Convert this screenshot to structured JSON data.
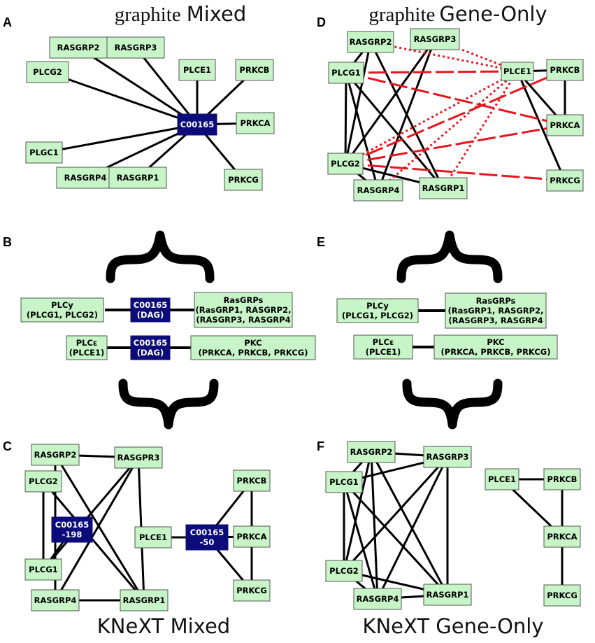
{
  "panels": {
    "A": {
      "letter": "A",
      "title_serif": "graphite",
      "title_rest": "Mixed"
    },
    "B": {
      "letter": "B"
    },
    "C": {
      "letter": "C",
      "title": "KNeXT Mixed"
    },
    "D": {
      "letter": "D",
      "title_serif": "graphite",
      "title_rest": "Gene-Only"
    },
    "E": {
      "letter": "E"
    },
    "F": {
      "letter": "F",
      "title": "KNeXT Gene-Only"
    }
  },
  "labels": {
    "RASGRP1": "RASGRP1",
    "RASGRP2": "RASGRP2",
    "RASGRP3": "RASGRP3",
    "RASGRP4": "RASGRP4",
    "RASGPR3": "RASGPR3",
    "PLCG1": "PLCG1",
    "PLCG2": "PLCG2",
    "PLGC1": "PLGC1",
    "PLCE1": "PLCE1",
    "PRKCA": "PRKCA",
    "PRKCB": "PRKCB",
    "PRKCG": "PRKCG",
    "C00165": "C00165",
    "C00165_198_a": "C00165",
    "C00165_198_b": "-198",
    "C00165_50_a": "C00165",
    "C00165_50_b": "-50",
    "DAG_a": "C00165",
    "DAG_b": "(DAG)",
    "PLCy_a": "PLCy",
    "PLCy_b": "(PLCG1, PLCG2)",
    "PLCe_a": "PLCε",
    "PLCe_b": "(PLCE1)",
    "RasGRPs_a": "RasGRPs",
    "RasGRPs_b": "(RasGRP1, RASGRP2,",
    "RasGRPs_c": "(RASGRP3, RASGRP4",
    "PKC_a": "PKC",
    "PKC_b": "(PRKCA, PRKCB, PRKCG)"
  },
  "colors": {
    "gene_fill": "#c8f5c8",
    "gene_stroke": "#555555",
    "compound_fill": "#0b0b7a",
    "edge": "#000000",
    "edge_red": "#e8141e"
  }
}
